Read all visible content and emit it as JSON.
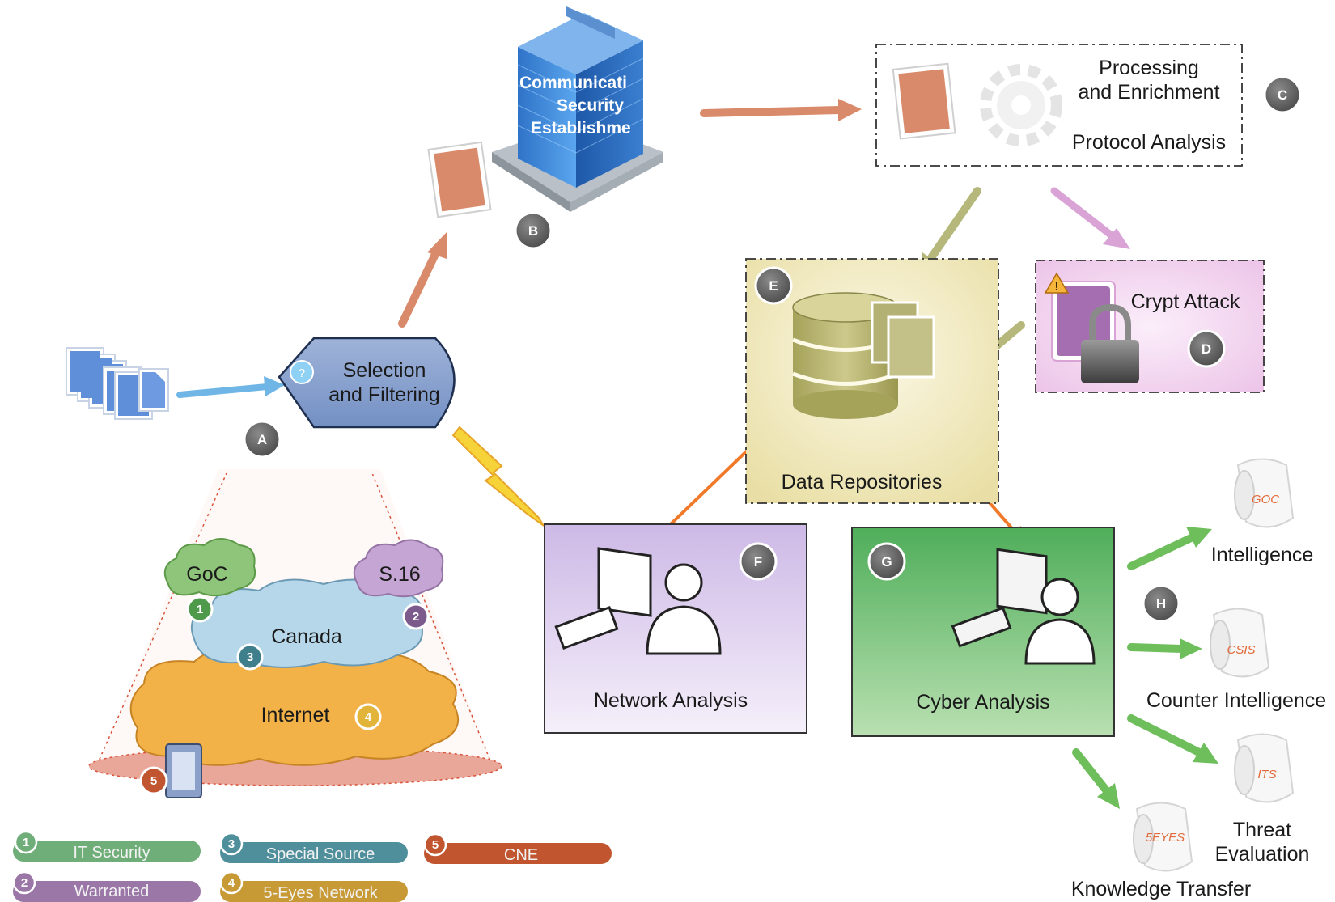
{
  "building": {
    "lines": [
      "Communicati",
      "Security",
      "Establishme"
    ]
  },
  "nodes": {
    "selection": {
      "line1": "Selection",
      "line2": "and Filtering"
    },
    "processing": {
      "line1": "Processing",
      "line2": "and Enrichment",
      "line3": "Protocol Analysis"
    },
    "crypt": {
      "label": "Crypt Attack"
    },
    "repositories": {
      "label": "Data Repositories"
    },
    "network": {
      "label": "Network Analysis"
    },
    "cyber": {
      "label": "Cyber Analysis"
    }
  },
  "badges": {
    "a": "A",
    "b": "B",
    "c": "C",
    "d": "D",
    "e": "E",
    "f": "F",
    "g": "G",
    "h": "H"
  },
  "clouds": {
    "goc": {
      "label": "GoC",
      "num": "1"
    },
    "s16": {
      "label": "S.16",
      "num": "2"
    },
    "canada": {
      "label": "Canada",
      "num": "3"
    },
    "internet": {
      "label": "Internet",
      "num": "4"
    },
    "cne_num": "5"
  },
  "outputs": {
    "intelligence": {
      "label": "Intelligence",
      "doc": "GOC"
    },
    "counter": {
      "label": "Counter Intelligence",
      "doc": "CSIS"
    },
    "threat": {
      "line1": "Threat",
      "line2": "Evaluation",
      "doc": "ITS"
    },
    "knowledge": {
      "label": "Knowledge Transfer",
      "doc": "5EYES"
    }
  },
  "legend": [
    {
      "num": "1",
      "label": "IT Security",
      "color": "#6fae78"
    },
    {
      "num": "2",
      "label": "Warranted",
      "color": "#9b77a8"
    },
    {
      "num": "3",
      "label": "Special Source",
      "color": "#4f8f9c"
    },
    {
      "num": "4",
      "label": "5-Eyes Network",
      "color": "#c79a35"
    },
    {
      "num": "5",
      "label": "CNE",
      "color": "#c0552f"
    }
  ],
  "colors": {
    "arrow_salmon": "#d98a6a",
    "arrow_blue": "#6fb6e6",
    "arrow_olive": "#b5b87a",
    "arrow_pink": "#d9a3d6",
    "arrow_orange": "#f07a2a",
    "arrow_green": "#6fbe5c",
    "badge_gray": "#6a6a6a"
  }
}
